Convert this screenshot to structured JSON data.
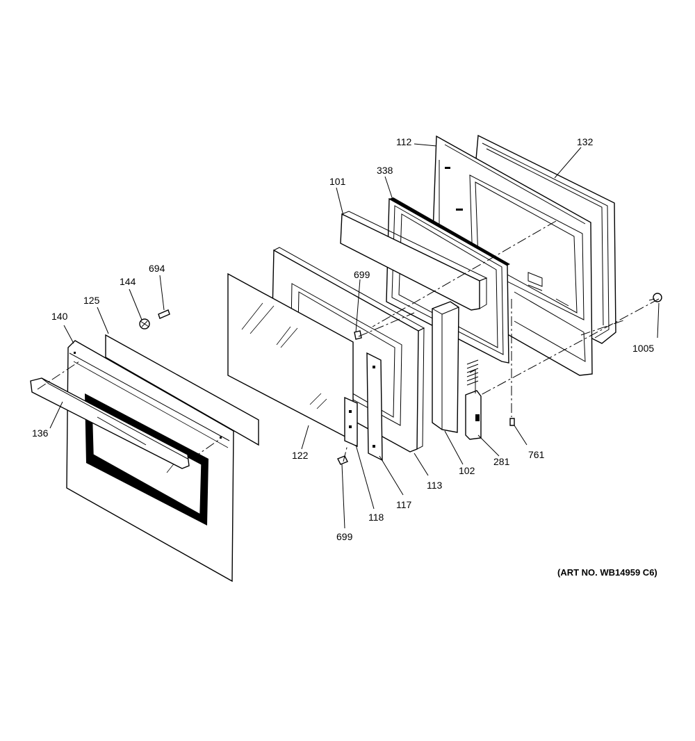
{
  "diagram": {
    "labels": {
      "p112": "112",
      "p132": "132",
      "p338": "338",
      "p101": "101",
      "p699_top": "699",
      "p694": "694",
      "p144": "144",
      "p125": "125",
      "p140": "140",
      "p1005": "1005",
      "p136": "136",
      "p122": "122",
      "p113": "113",
      "p102": "102",
      "p281": "281",
      "p761": "761",
      "p117": "117",
      "p118": "118",
      "p699_bottom": "699"
    },
    "art_number": "(ART NO. WB14959 C6)"
  }
}
